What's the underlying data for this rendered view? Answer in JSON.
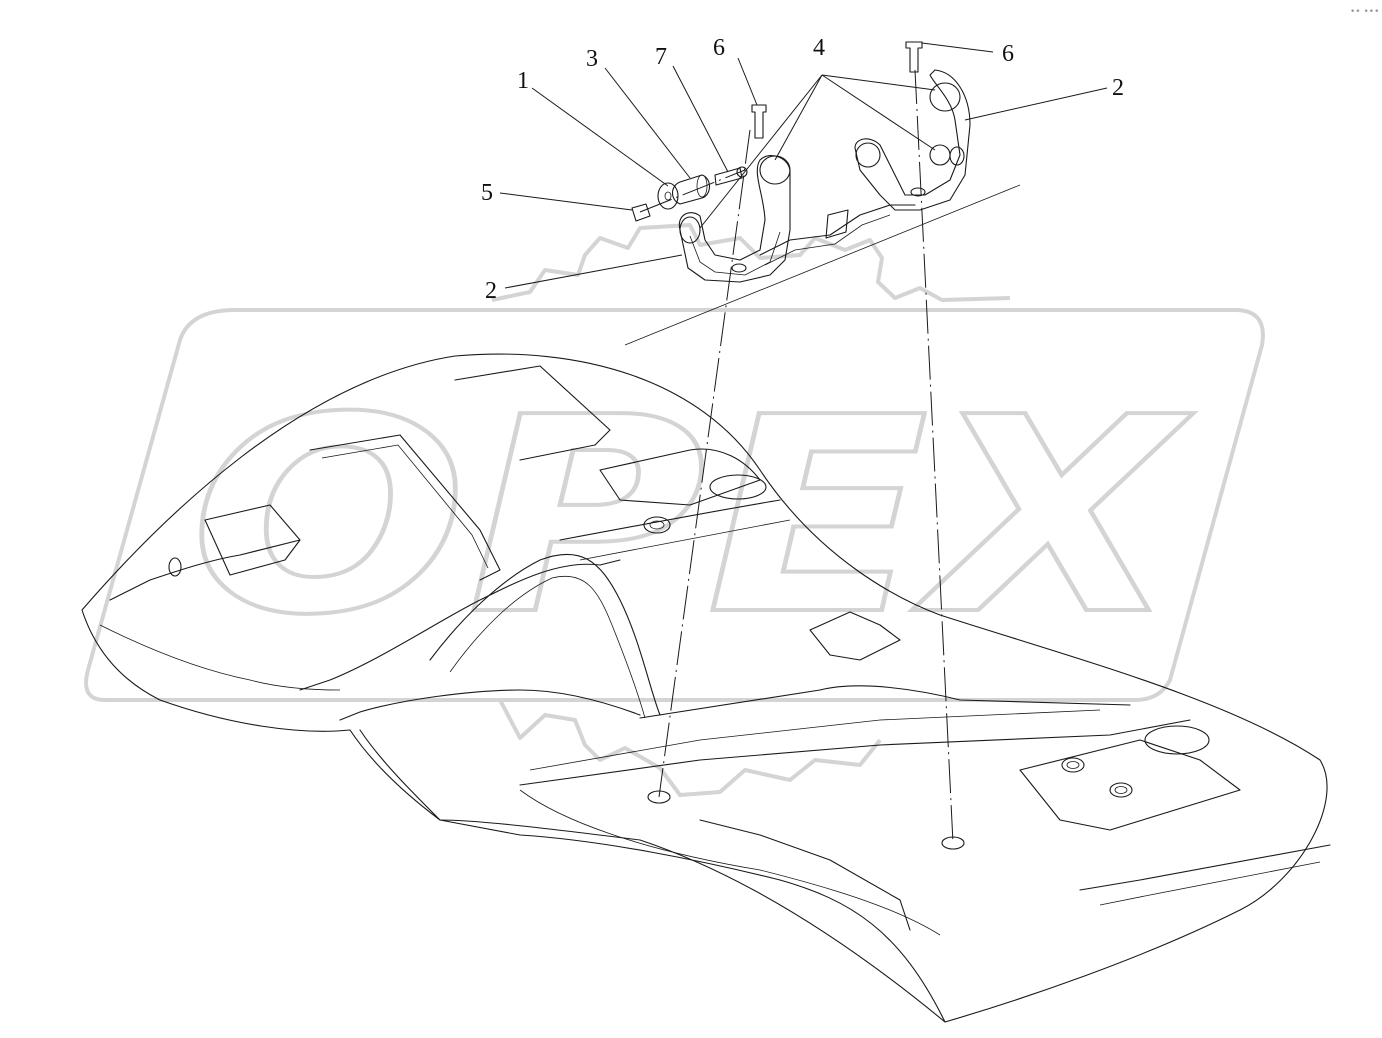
{
  "watermark": {
    "text": "OPEX"
  },
  "corner_mark": "•• •••",
  "callouts": {
    "c1": "1",
    "c2a": "2",
    "c2b": "2",
    "c3": "3",
    "c4": "4",
    "c5": "5",
    "c6a": "6",
    "c6b": "6",
    "c7": "7"
  }
}
